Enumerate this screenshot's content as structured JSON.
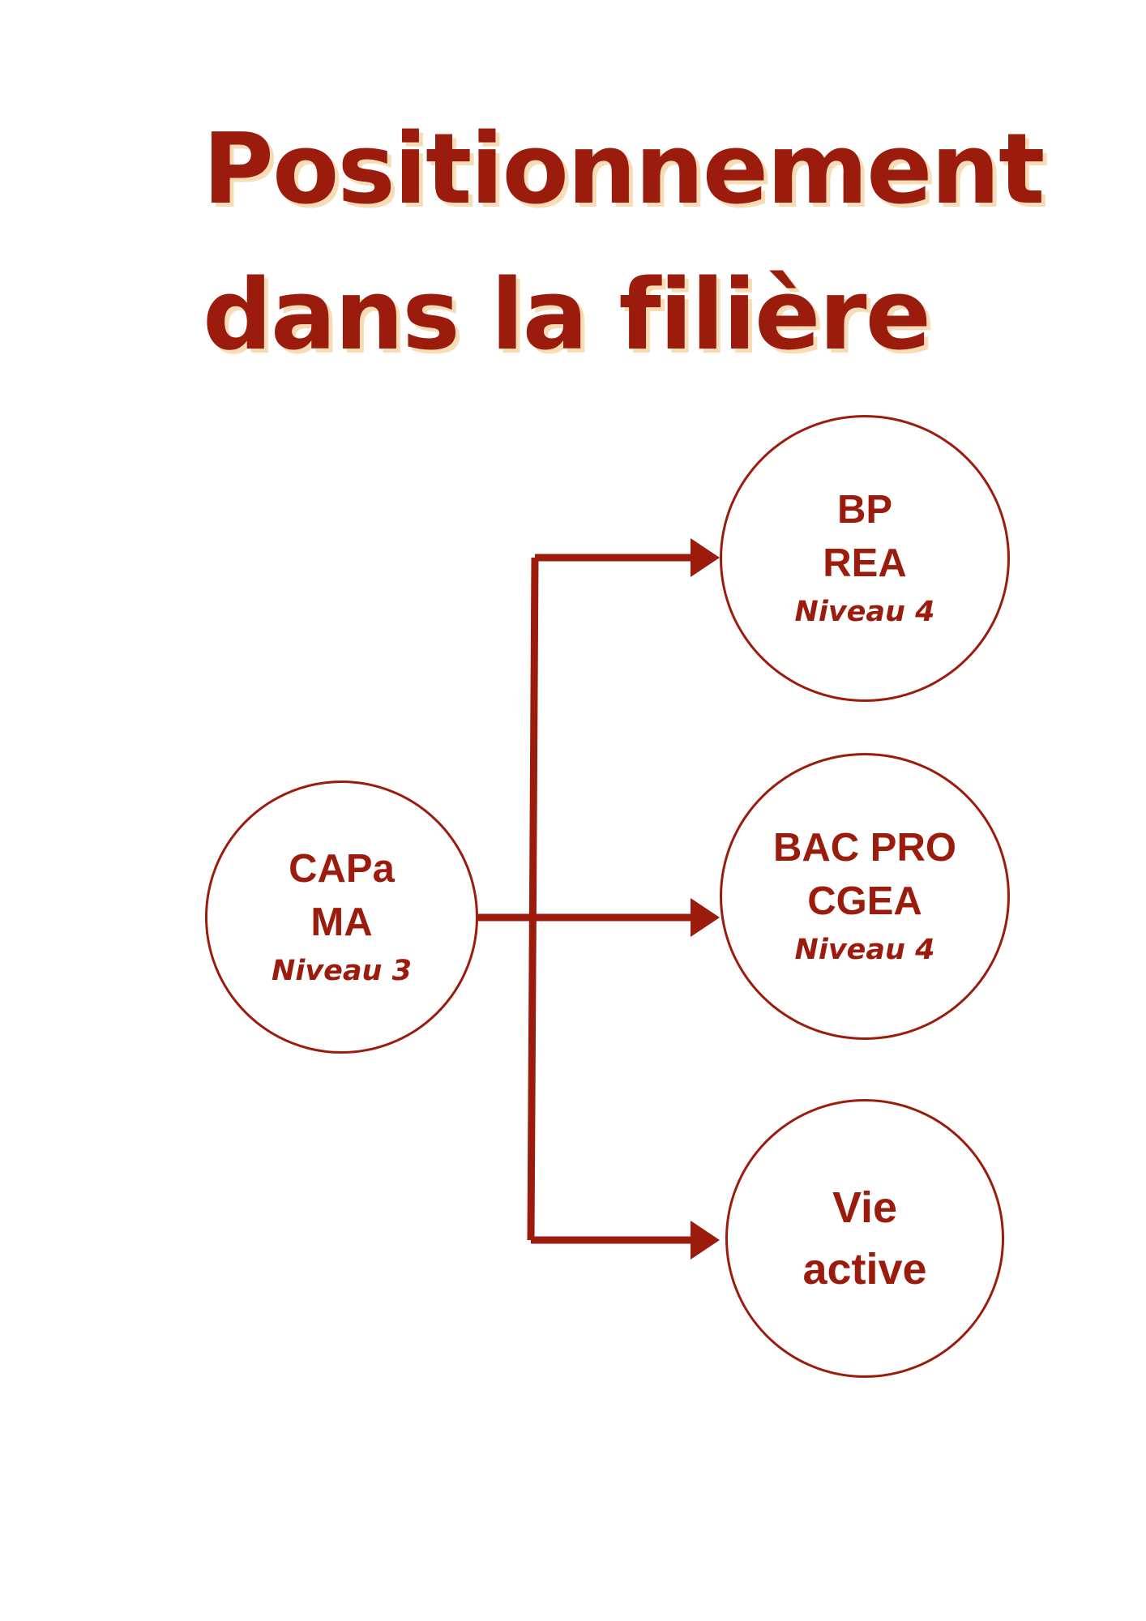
{
  "title": {
    "line1": "Positionnement",
    "line2": "dans la filière"
  },
  "colors": {
    "accent": "#9b1c0c",
    "title_shadow": "#f7dcb6",
    "background": "#ffffff"
  },
  "nodes": {
    "source": {
      "line1": "CAPa",
      "line2": "MA",
      "level": "Niveau 3"
    },
    "bp_rea": {
      "line1": "BP",
      "line2": "REA",
      "level": "Niveau 4"
    },
    "bac_pro": {
      "line1": "BAC PRO",
      "line2": "CGEA",
      "level": "Niveau 4"
    },
    "vie_active": {
      "line1": "Vie",
      "line2": "active"
    }
  }
}
